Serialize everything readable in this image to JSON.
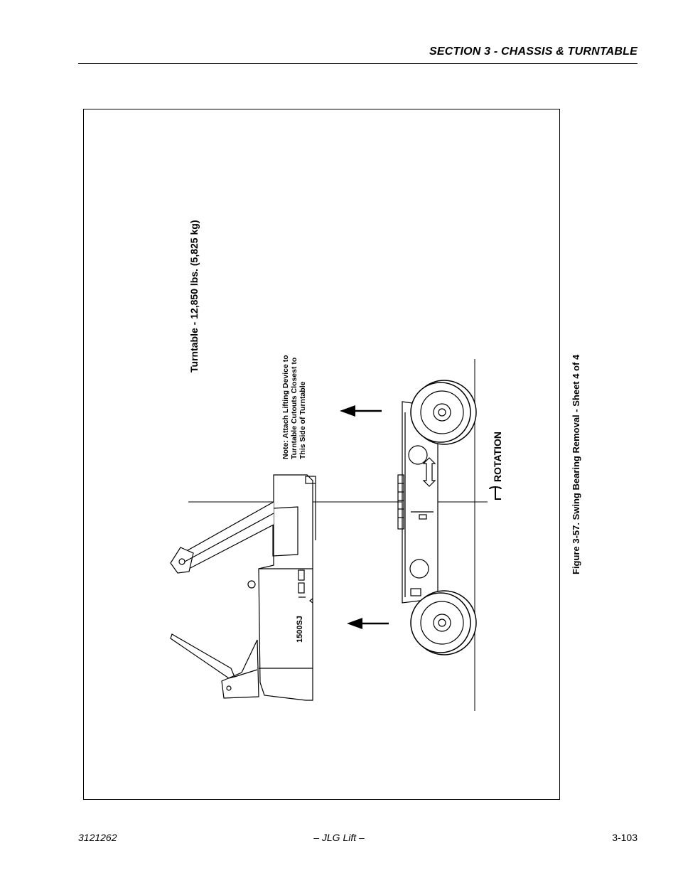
{
  "header": {
    "section_title": "SECTION 3 - CHASSIS & TURNTABLE"
  },
  "figure": {
    "weight_label": "Turntable - 12,850 lbs. (5,825 kg)",
    "note_lines": [
      "Note: Attach Lifting Device to",
      "Turntable Cutouts Closest to",
      "This Side of Turntable"
    ],
    "rotation_label": "ROTATION",
    "model_label": "1500SJ",
    "caption": "Figure 3-57.  Swing Bearing Removal - Sheet 4 of 4"
  },
  "footer": {
    "doc_number": "3121262",
    "center": "– JLG Lift –",
    "page_number": "3-103"
  }
}
